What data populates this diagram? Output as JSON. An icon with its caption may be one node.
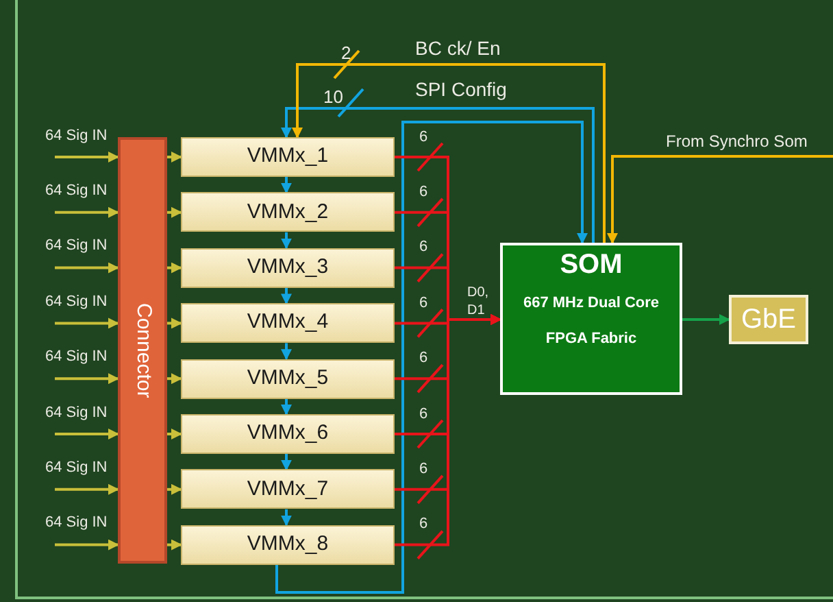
{
  "diagram": {
    "nodes": [
      {
        "text": [
          "Connector"
        ]
      },
      {
        "text": [
          "VMMx_1"
        ]
      },
      {
        "text": [
          "VMMx_2"
        ]
      },
      {
        "text": [
          "VMMx_3"
        ]
      },
      {
        "text": [
          "VMMx_4"
        ]
      },
      {
        "text": [
          "VMMx_5"
        ]
      },
      {
        "text": [
          "VMMx_6"
        ]
      },
      {
        "text": [
          "VMMx_7"
        ]
      },
      {
        "text": [
          "VMMx_8"
        ]
      },
      {
        "text": [
          "SOM",
          "667 MHz Dual Core",
          "FPGA Fabric"
        ]
      },
      {
        "text": [
          "GbE"
        ]
      }
    ],
    "edges": [
      {
        "from": null,
        "to": 0,
        "arrow": "to",
        "label": "64 Sig IN"
      },
      {
        "from": null,
        "to": 0,
        "arrow": "to",
        "label": "64 Sig IN"
      },
      {
        "from": null,
        "to": 0,
        "arrow": "to",
        "label": "64 Sig IN"
      },
      {
        "from": null,
        "to": 0,
        "arrow": "to",
        "label": "64 Sig IN"
      },
      {
        "from": null,
        "to": 0,
        "arrow": "to",
        "label": "64 Sig IN"
      },
      {
        "from": null,
        "to": 0,
        "arrow": "to",
        "label": "64 Sig IN"
      },
      {
        "from": null,
        "to": 0,
        "arrow": "to",
        "label": "64 Sig IN"
      },
      {
        "from": null,
        "to": 0,
        "arrow": "to",
        "label": "64 Sig IN"
      },
      {
        "from": 0,
        "to": 1,
        "arrow": "to"
      },
      {
        "from": 0,
        "to": 2,
        "arrow": "to"
      },
      {
        "from": 0,
        "to": 3,
        "arrow": "to"
      },
      {
        "from": 0,
        "to": 4,
        "arrow": "to"
      },
      {
        "from": 0,
        "to": 5,
        "arrow": "to"
      },
      {
        "from": 0,
        "to": 6,
        "arrow": "to"
      },
      {
        "from": 0,
        "to": 7,
        "arrow": "to"
      },
      {
        "from": 0,
        "to": 8,
        "arrow": "to"
      },
      {
        "from": 1,
        "to": 2,
        "arrow": "to",
        "color": "#12a4e0"
      },
      {
        "from": 2,
        "to": 3,
        "arrow": "to",
        "color": "#12a4e0"
      },
      {
        "from": 3,
        "to": 4,
        "arrow": "to",
        "color": "#12a4e0"
      },
      {
        "from": 4,
        "to": 5,
        "arrow": "to",
        "color": "#12a4e0"
      },
      {
        "from": 5,
        "to": 6,
        "arrow": "to",
        "color": "#12a4e0"
      },
      {
        "from": 6,
        "to": 7,
        "arrow": "to",
        "color": "#12a4e0"
      },
      {
        "from": 7,
        "to": 8,
        "arrow": "to",
        "color": "#12a4e0"
      },
      {
        "from": 9,
        "to": 1,
        "arrow": "to",
        "label": "SPI Config",
        "color": "#12a4e0"
      },
      {
        "from": 9,
        "to": 1,
        "arrow": "to",
        "label": "BC ck/ En",
        "color": "#f2b705"
      },
      {
        "from": 8,
        "to": 9,
        "arrow": "to",
        "color": "#12a4e0"
      },
      {
        "from": null,
        "to": 9,
        "arrow": "to",
        "label": "From Synchro Som",
        "color": "#f2b705"
      },
      {
        "from": 1,
        "to": 9,
        "arrow": "to",
        "label": "6",
        "color": "#e8141a"
      },
      {
        "from": 2,
        "to": 9,
        "arrow": "to",
        "label": "6",
        "color": "#e8141a"
      },
      {
        "from": 3,
        "to": 9,
        "arrow": "to",
        "label": "6",
        "color": "#e8141a"
      },
      {
        "from": 4,
        "to": 9,
        "arrow": "to",
        "label": "6",
        "color": "#e8141a"
      },
      {
        "from": 5,
        "to": 9,
        "arrow": "to",
        "label": "6",
        "color": "#e8141a"
      },
      {
        "from": 6,
        "to": 9,
        "arrow": "to",
        "label": "6",
        "color": "#e8141a"
      },
      {
        "from": 7,
        "to": 9,
        "arrow": "to",
        "label": "6",
        "color": "#e8141a"
      },
      {
        "from": 8,
        "to": 9,
        "arrow": "to",
        "label": "6",
        "color": "#e8141a"
      },
      {
        "from": 9,
        "to": 10,
        "arrow": "to",
        "color": "#16a34a"
      }
    ],
    "labels": [
      "2",
      "10",
      "D0, D1"
    ]
  }
}
